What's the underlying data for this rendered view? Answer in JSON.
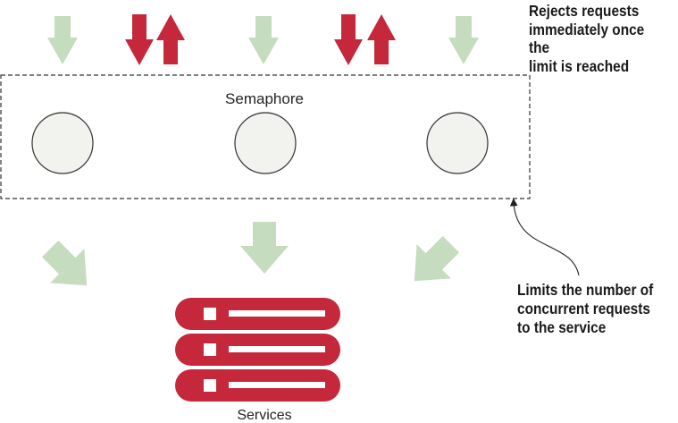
{
  "semaphore": {
    "label": "Semaphore",
    "slots": 3
  },
  "services": {
    "label": "Services",
    "servers": 3
  },
  "callouts": {
    "reject": [
      "Rejects requests",
      "immediately once the",
      "limit is reached"
    ],
    "limit": [
      "Limits the number of",
      "concurrent requests",
      "to the service"
    ]
  },
  "colors": {
    "accepted_arrow": "#c5dcbf",
    "rejected_arrow": "#c4283a",
    "server": "#c4283a",
    "slot_fill": "#f2f2ee",
    "border": "#333333"
  },
  "icons": [
    "down-arrow-icon",
    "up-arrow-icon",
    "server-icon"
  ]
}
